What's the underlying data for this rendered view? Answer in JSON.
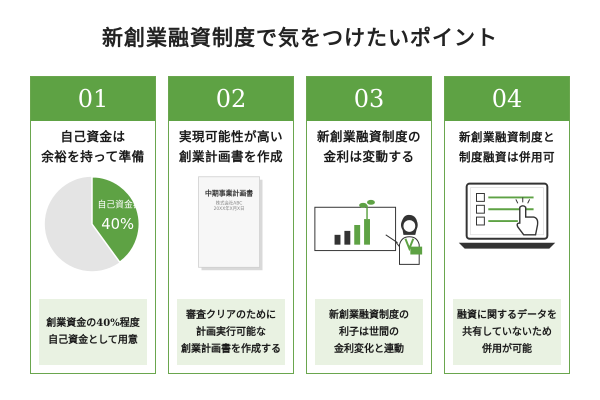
{
  "title": "新創業融資制度で気をつけたいポイント",
  "colors": {
    "accent": "#5ea244",
    "box_bg": "#e9f2e2",
    "pie_gray": "#e4e4e4"
  },
  "cards": [
    {
      "number": "01",
      "title_lines": [
        "自己資金は",
        "余裕を持って準備"
      ],
      "pie": {
        "label": "自己資金額",
        "value_text": "40%",
        "fraction": 0.4
      },
      "box_lines": [
        "創業資金の40%程度",
        "自己資金として用意"
      ]
    },
    {
      "number": "02",
      "title_lines": [
        "実現可能性が高い",
        "創業計画書を作成"
      ],
      "document": {
        "title": "中期事業計画書",
        "sub_lines": [
          "株式会社ABC",
          "20XX年X月X日"
        ]
      },
      "box_lines": [
        "審査クリアのために",
        "計画実行可能な",
        "創業計画書を作成する"
      ]
    },
    {
      "number": "03",
      "title_lines": [
        "新創業融資制度の",
        "金利は変動する"
      ],
      "illustration": "presenter-chart-icon",
      "box_lines": [
        "新創業融資制度の",
        "利子は世間の",
        "金利変化と連動"
      ]
    },
    {
      "number": "04",
      "title_lines": [
        "新創業融資制度と",
        "制度融資は併用可"
      ],
      "illustration": "laptop-click-icon",
      "box_lines": [
        "融資に関するデータを",
        "共有していないため",
        "併用が可能"
      ]
    }
  ]
}
